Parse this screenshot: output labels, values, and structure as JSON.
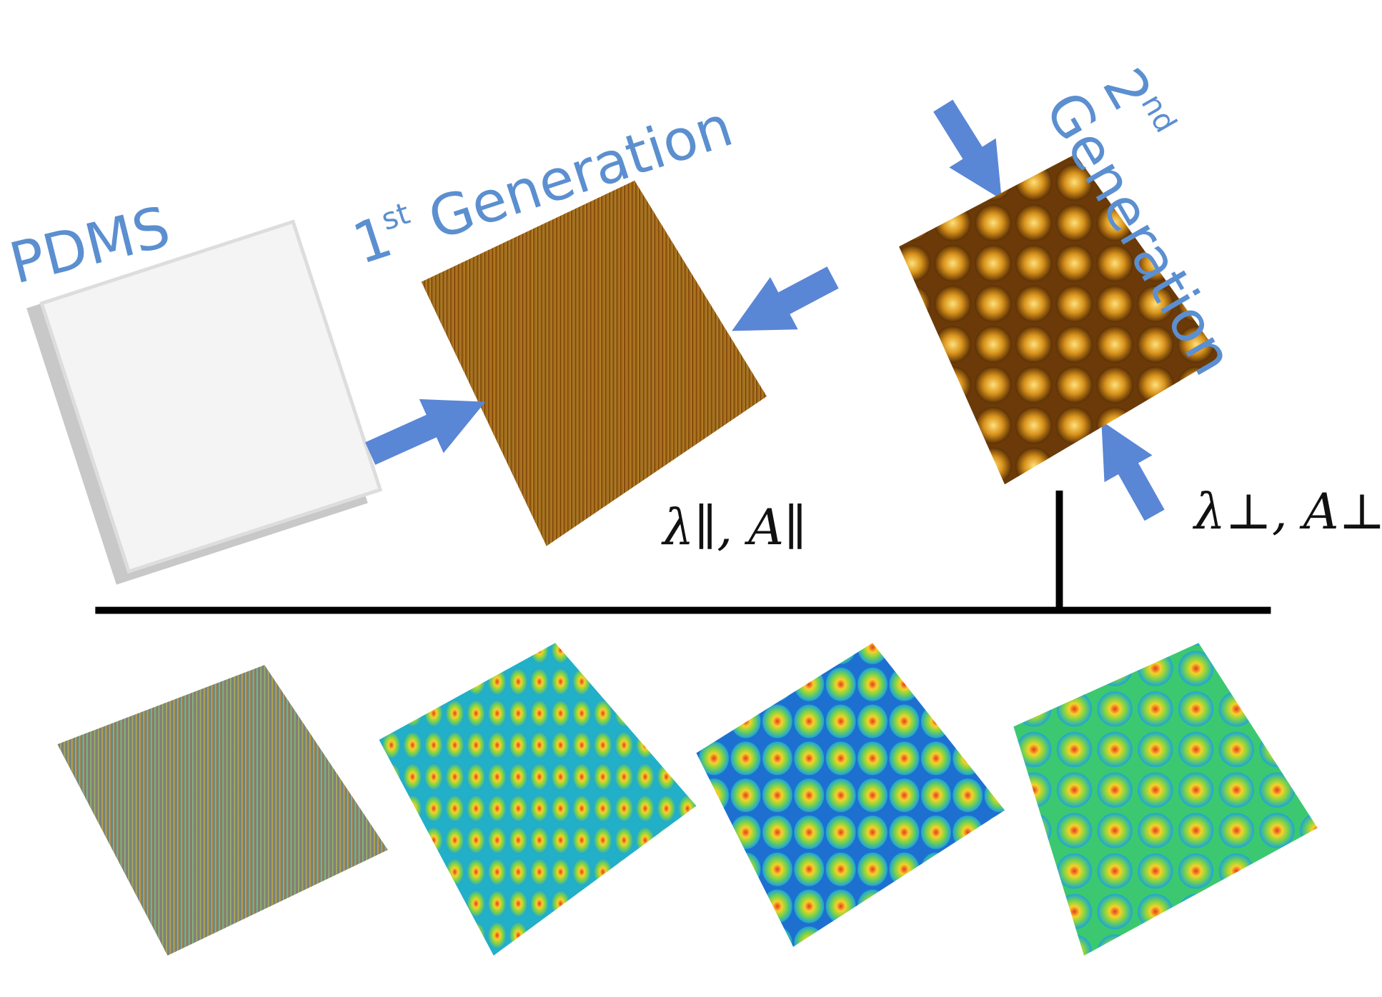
{
  "labels": {
    "pdms": "PDMS",
    "first_gen_sup": "st",
    "first_gen_num": "1",
    "first_gen_word": "Generation",
    "second_gen_num": "2",
    "second_gen_sup": "nd",
    "second_gen_word": "Generation",
    "parallel_params": "λ∥, A∥",
    "perp_params": "λ⊥, A⊥"
  },
  "colors": {
    "label_blue": "#5b8fd0",
    "arrow_blue": "#5a86d6",
    "gold": "#d99a1c"
  }
}
